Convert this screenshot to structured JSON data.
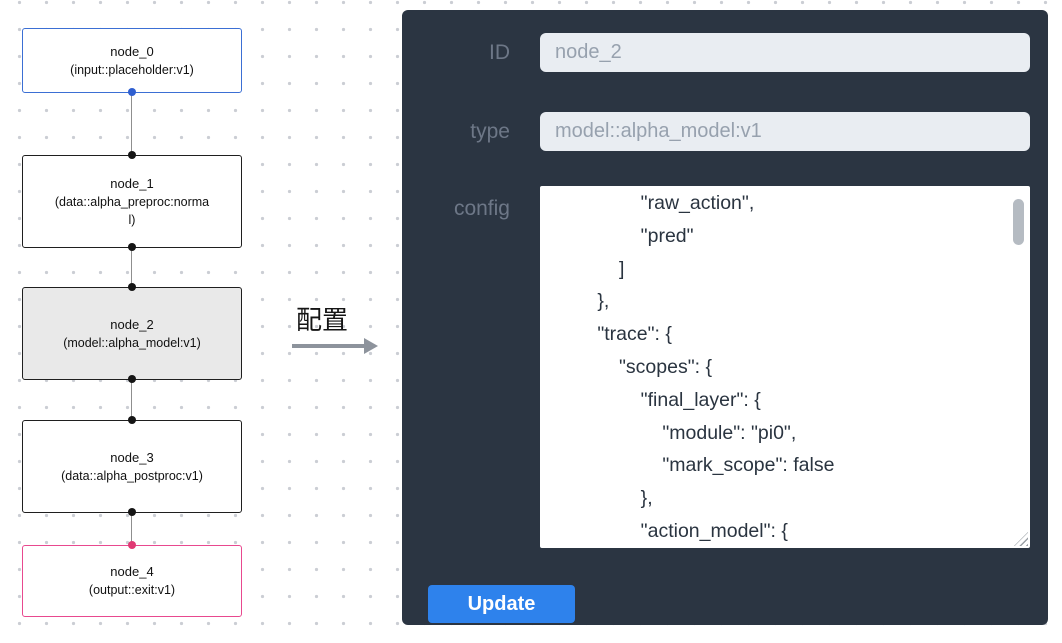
{
  "flow": {
    "nodes": [
      {
        "label": "node_0",
        "sublabel": "(input::placeholder:v1)"
      },
      {
        "label": "node_1",
        "sublabel": "(data::alpha_preproc:normal)"
      },
      {
        "label": "node_2",
        "sublabel": "(model::alpha_model:v1)"
      },
      {
        "label": "node_3",
        "sublabel": "(data::alpha_postproc:v1)"
      },
      {
        "label": "node_4",
        "sublabel": "(output::exit:v1)"
      }
    ]
  },
  "annotation": {
    "label": "配置"
  },
  "panel": {
    "id_label": "ID",
    "id_value": "node_2",
    "type_label": "type",
    "type_value": "model::alpha_model:v1",
    "config_label": "config",
    "config_text": "                \"raw_action\",\n                \"pred\"\n            ]\n        },\n        \"trace\": {\n            \"scopes\": {\n                \"final_layer\": {\n                    \"module\": \"pi0\",\n                    \"mark_scope\": false\n                },\n                \"action_model\": {",
    "update_label": "Update"
  },
  "colors": {
    "input_node_border": "#3b6fd4",
    "output_node_border": "#e8498f",
    "selected_node_fill": "#e9e9e9",
    "input_handle": "#2f5fd0",
    "output_handle": "#e03a74",
    "panel_background": "#2b3542",
    "accent_blue": "#2e82ec"
  }
}
